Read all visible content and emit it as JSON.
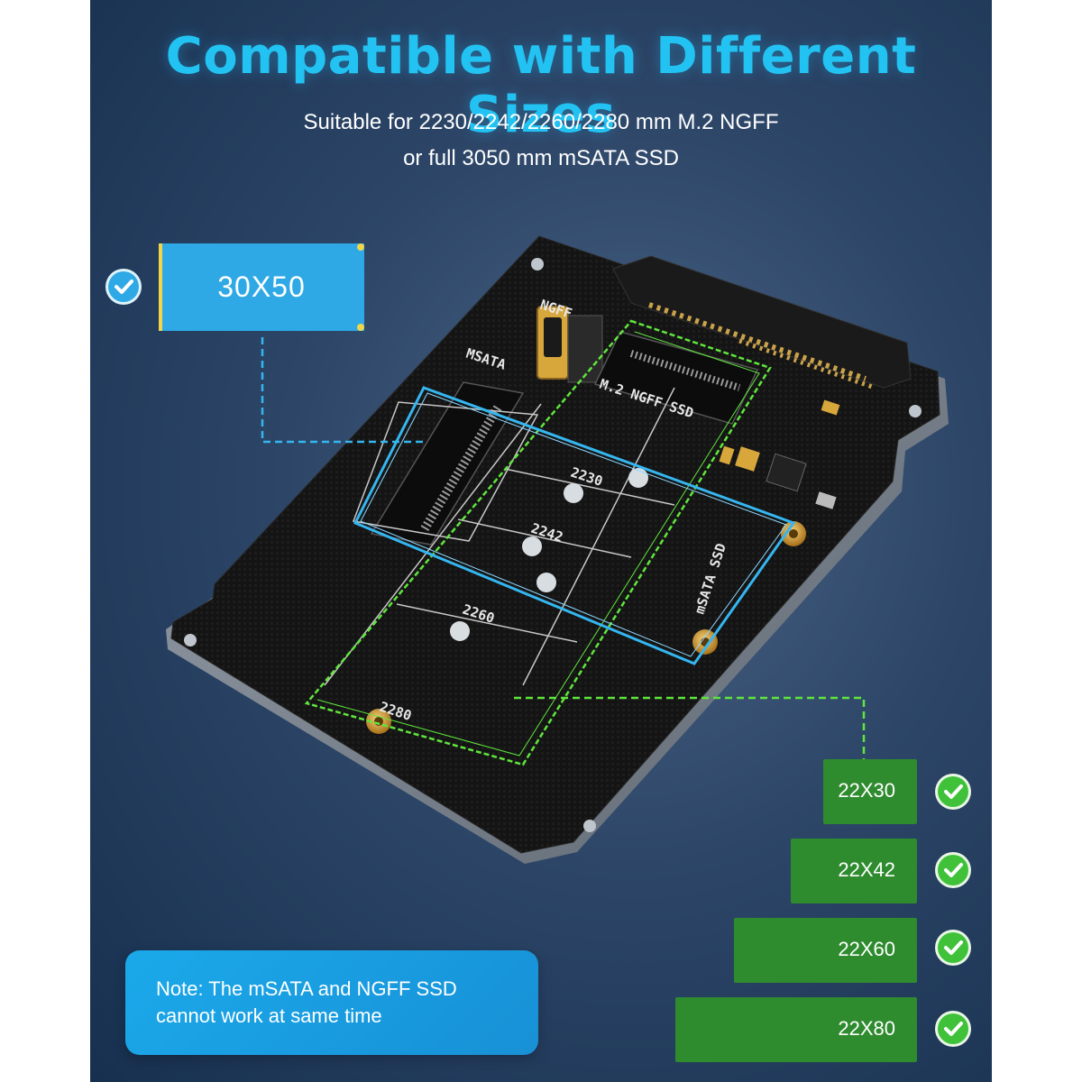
{
  "title": "Compatible with Different Sizes",
  "subtitle_line1": "Suitable for 2230/2242/2260/2280 mm M.2 NGFF",
  "subtitle_line2": "or full 3050 mm mSATA SSD",
  "board": {
    "labels": {
      "ngff": "NGFF",
      "msata": "MSATA",
      "m2": "M.2  NGFF SSD",
      "msata_ssd": "mSATA SSD",
      "s2230": "2230",
      "s2242": "2242",
      "s2260": "2260",
      "s2280": "2280"
    }
  },
  "msata_card": {
    "label": "30X50"
  },
  "m2_cards": [
    {
      "label": "22X30"
    },
    {
      "label": "22X42"
    },
    {
      "label": "22X60"
    },
    {
      "label": "22X80"
    }
  ],
  "note": {
    "line1": "Note: The mSATA and NGFF SSD",
    "line2": "cannot work at same time"
  },
  "colors": {
    "title": "#22c3f2",
    "msata_blue": "#2ea9e6",
    "m2_green": "#2e8b2e",
    "check_green": "#3fc23a",
    "outline_green": "#5fe63c",
    "outline_blue": "#35b6f0"
  }
}
